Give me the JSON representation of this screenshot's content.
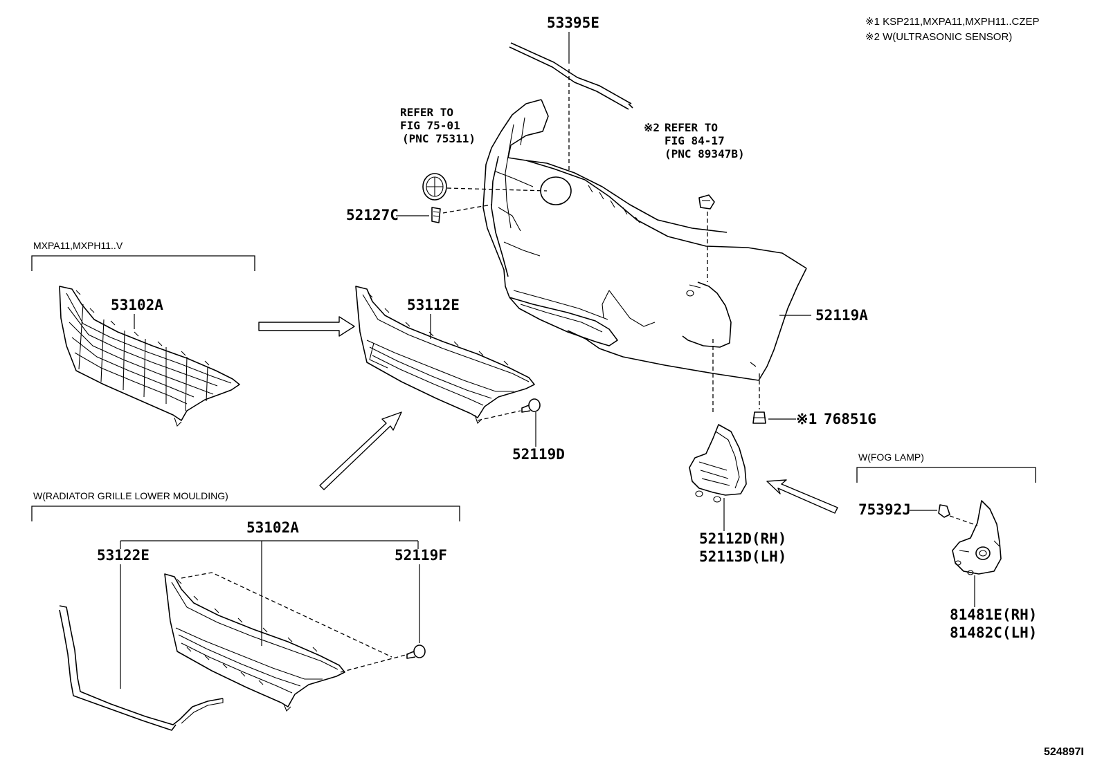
{
  "notes": [
    "※1 KSP211,MXPA11,MXPH11..CZEP",
    "※2 W(ULTRASONIC SENSOR)"
  ],
  "groups": {
    "mxpa11": "MXPA11,MXPH11..V",
    "moulding": "W(RADIATOR GRILLE LOWER MOULDING)",
    "foglamp": "W(FOG LAMP)"
  },
  "references": {
    "emblem": [
      "REFER TO",
      "FIG 75-01",
      "(PNC 75311)"
    ],
    "sensor_mark": "※2",
    "sensor": [
      "REFER TO",
      "FIG 84-17",
      "(PNC 89347B)"
    ]
  },
  "parts": {
    "p53395E": "53395E",
    "p52127C": "52127C",
    "p53102A_top": "53102A",
    "p53112E": "53112E",
    "p52119A": "52119A",
    "p52119D": "52119D",
    "p76851G_mark": "※1",
    "p76851G": "76851G",
    "p52112D": "52112D(RH)",
    "p52113D": "52113D(LH)",
    "p53102A_bottom": "53102A",
    "p53122E": "53122E",
    "p52119F": "52119F",
    "p75392J": "75392J",
    "p81481E": "81481E(RH)",
    "p81482C": "81482C(LH)"
  },
  "figure_id": "524897I",
  "icons": [
    "arrow-right-icon",
    "arrow-up-right-icon",
    "arrow-up-left-icon"
  ]
}
